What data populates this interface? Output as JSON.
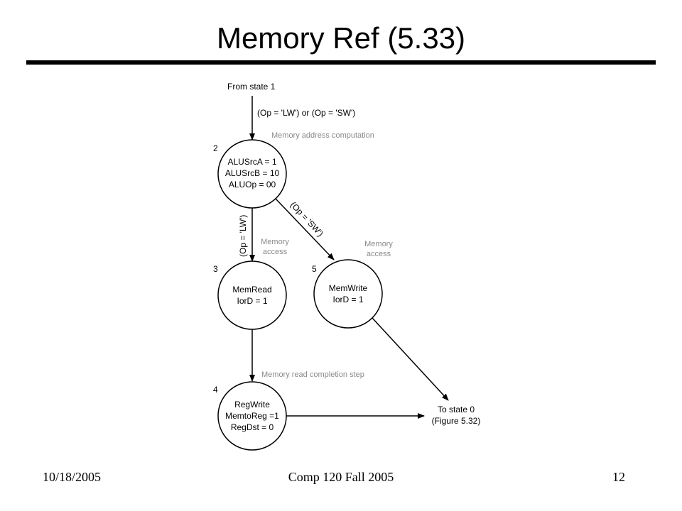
{
  "slide": {
    "title": "Memory Ref (5.33)",
    "footer": {
      "date": "10/18/2005",
      "course": "Comp 120 Fall 2005",
      "page": "12"
    }
  },
  "diagram": {
    "entry_label": "From state 1",
    "entry_condition": "(Op = 'LW') or (Op = 'SW')",
    "states": {
      "s2": {
        "number": "2",
        "caption": "Memory address computation",
        "lines": [
          "ALUSrcA = 1",
          "ALUSrcB = 10",
          "ALUOp = 00"
        ]
      },
      "s3": {
        "number": "3",
        "caption_line1": "Memory",
        "caption_line2": "access",
        "lines": [
          "MemRead",
          "IorD = 1"
        ]
      },
      "s5": {
        "number": "5",
        "caption_line1": "Memory",
        "caption_line2": "access",
        "lines": [
          "MemWrite",
          "IorD = 1"
        ]
      },
      "s4": {
        "number": "4",
        "caption": "Memory read completion step",
        "lines": [
          "RegWrite",
          "MemtoReg =1",
          "RegDst = 0"
        ]
      }
    },
    "edges": {
      "lw_condition": "(Op = 'LW')",
      "sw_condition": "(Op = 'SW')"
    },
    "exit": {
      "line1": "To state 0",
      "line2": "(Figure 5.32)"
    },
    "colors": {
      "caption": "#8a8a8a",
      "ink": "#000000"
    }
  }
}
